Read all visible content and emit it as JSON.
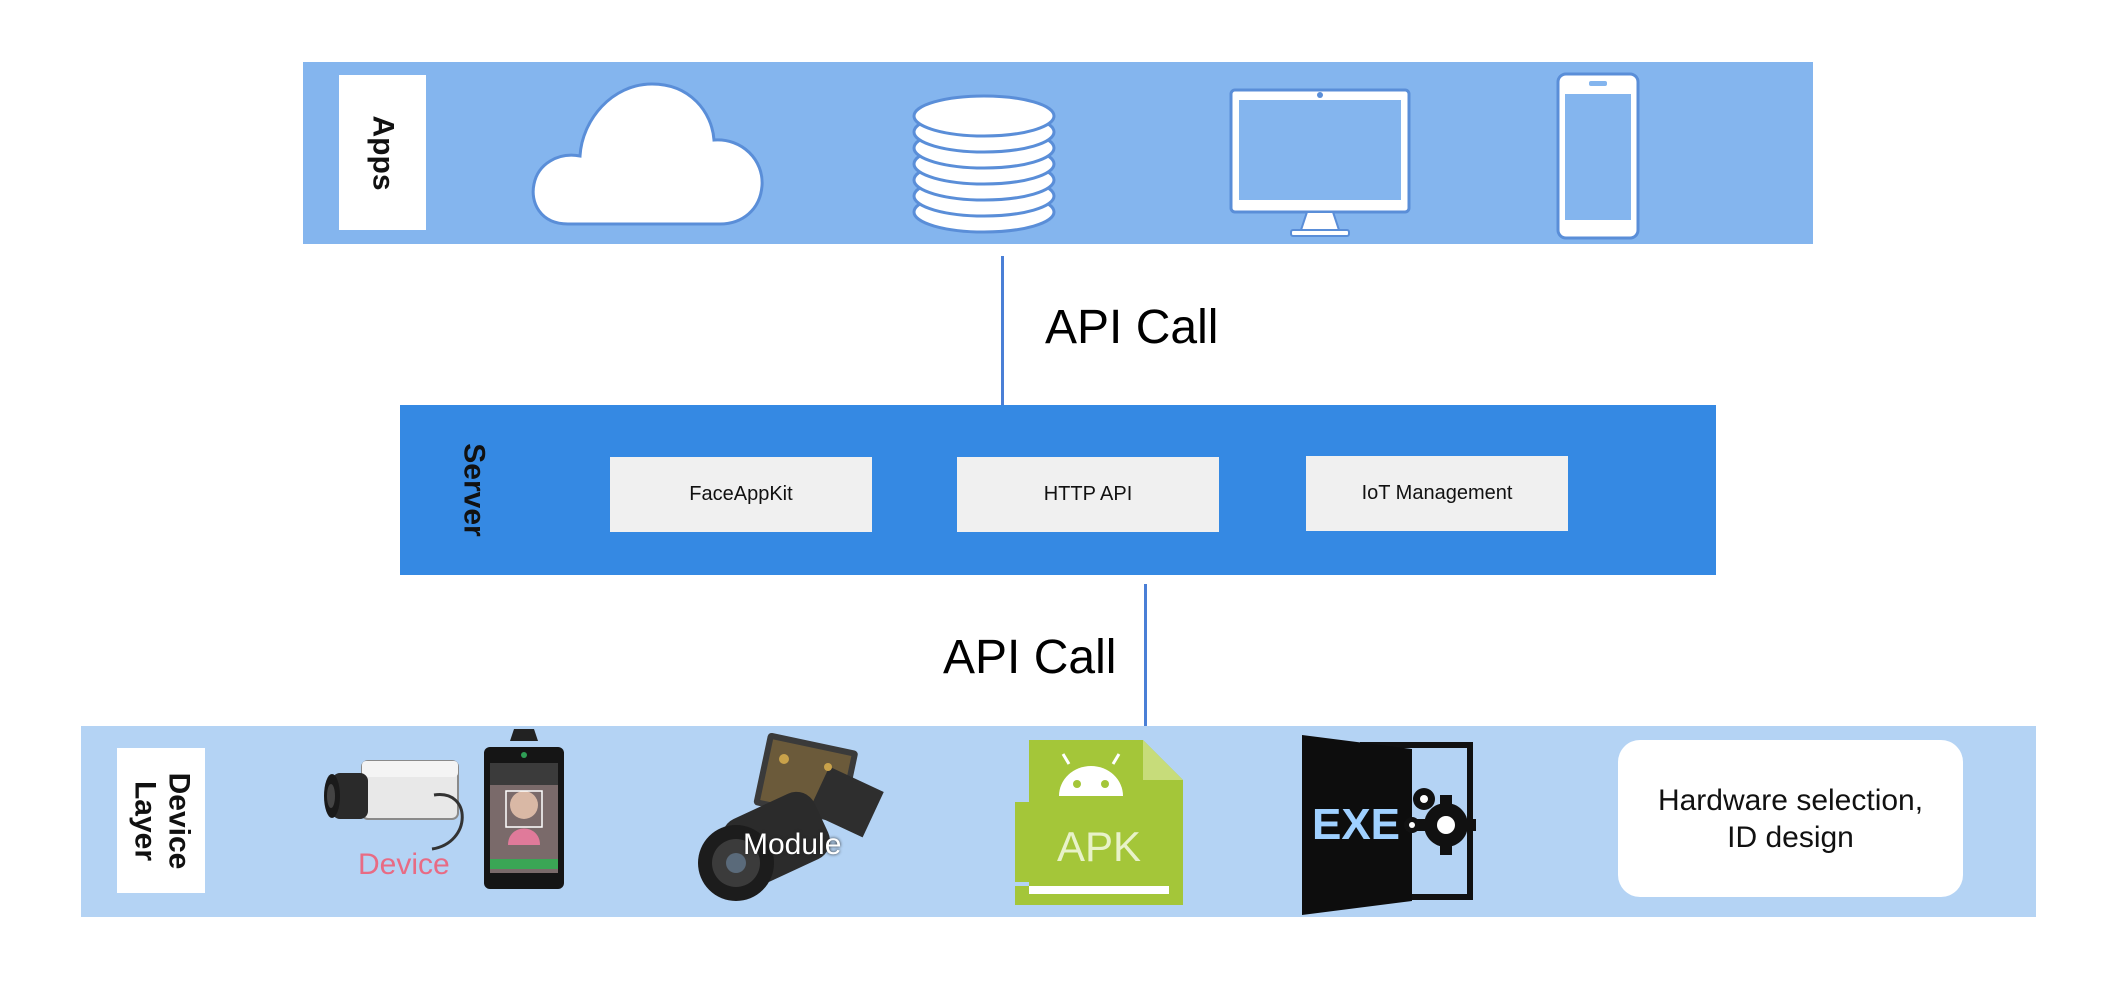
{
  "apps": {
    "label": "Apps",
    "icons": [
      "cloud-icon",
      "database-icon",
      "monitor-icon",
      "smartphone-icon"
    ],
    "color": "#84b5ee"
  },
  "server": {
    "label": "Server",
    "boxes": [
      "FaceAppKit",
      "HTTP API",
      "IoT Management"
    ],
    "color": "#3589e3"
  },
  "connectors": {
    "top_label": "API Call",
    "bottom_label": "API Call"
  },
  "device_layer": {
    "label": "Device\nLayer",
    "device_caption": "Device",
    "module_caption": "Module",
    "apk_text": "APK",
    "exe_text": "EXE",
    "hardware_text": "Hardware selection,\nID design",
    "color": "#b4d3f4",
    "apk_color": "#a4c639"
  }
}
